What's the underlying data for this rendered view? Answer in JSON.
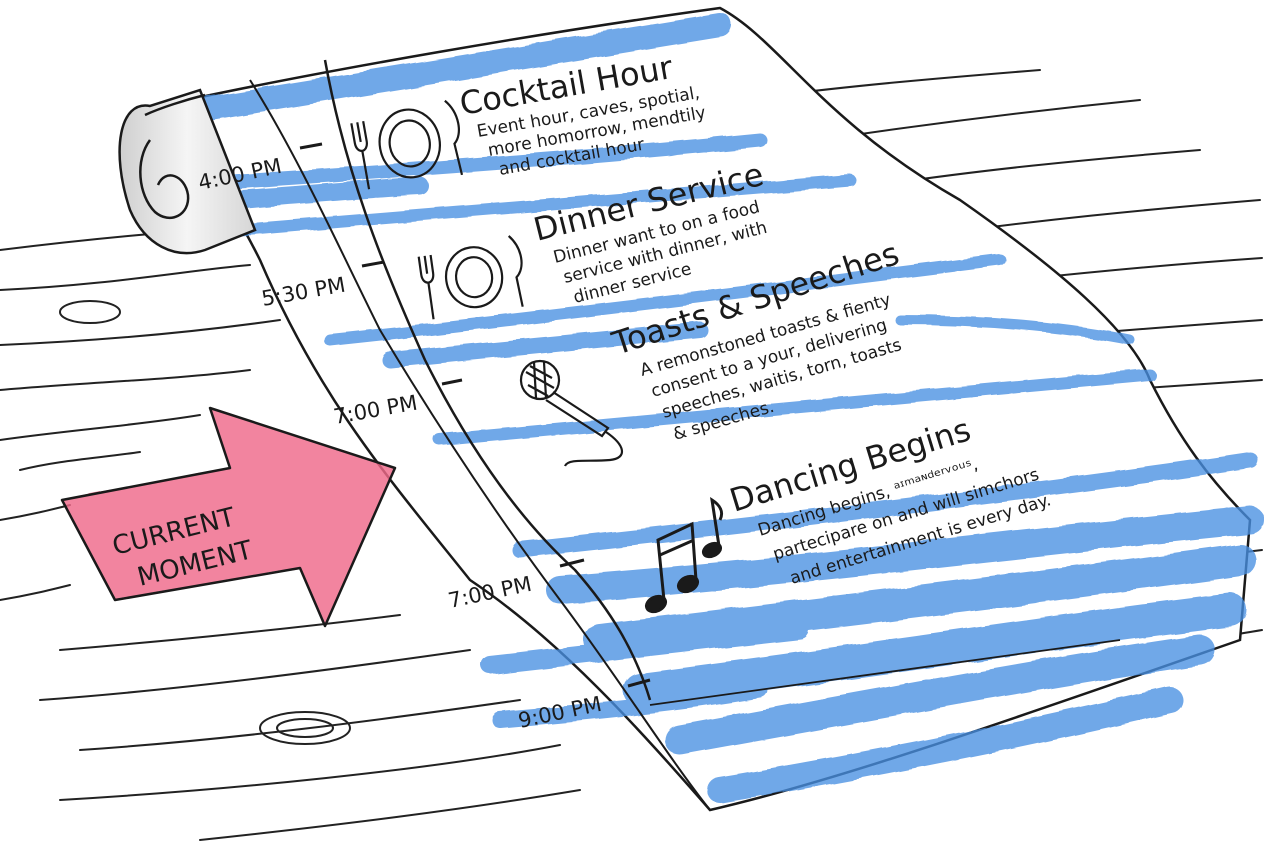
{
  "arrow": {
    "line1": "CURRENT",
    "line2": "MOMENT"
  },
  "events": [
    {
      "time": "4:00 PM",
      "title": "Cocktail Hour",
      "desc": [
        "Event hour, caves, spotial,",
        "more homorrow, mendtily",
        "and cocktail hour"
      ],
      "icon": "plate-fork-knife-icon"
    },
    {
      "time": "5:30 PM",
      "title": "Dinner Service",
      "desc": [
        "Dinner want to on a food",
        "service with dinner, with",
        "dinner service"
      ],
      "icon": "plate-fork-knife-icon"
    },
    {
      "time": "7:00 PM",
      "title": "Toasts & Speeches",
      "desc": [
        "A remonstoned toasts & fienty",
        "consent to a your, delivering",
        "speeches, waitis, torn, toasts",
        "& speeches."
      ],
      "icon": "microphone-icon"
    },
    {
      "time": "7:00 PM",
      "title": "Dancing Begins",
      "desc": [
        "Dancing begins, ᵃᶦᵐᵃᶰᵈᵉʳᵛᵒᵘˢ,",
        "partecipare on and will simchors",
        "and entertainment is every day."
      ],
      "icon": "music-notes-icon"
    }
  ],
  "end_time": "9:00 PM",
  "colors": {
    "marker_blue": "#4a90e2",
    "marker_pink": "#f06b8a",
    "ink": "#1a1a1a"
  }
}
